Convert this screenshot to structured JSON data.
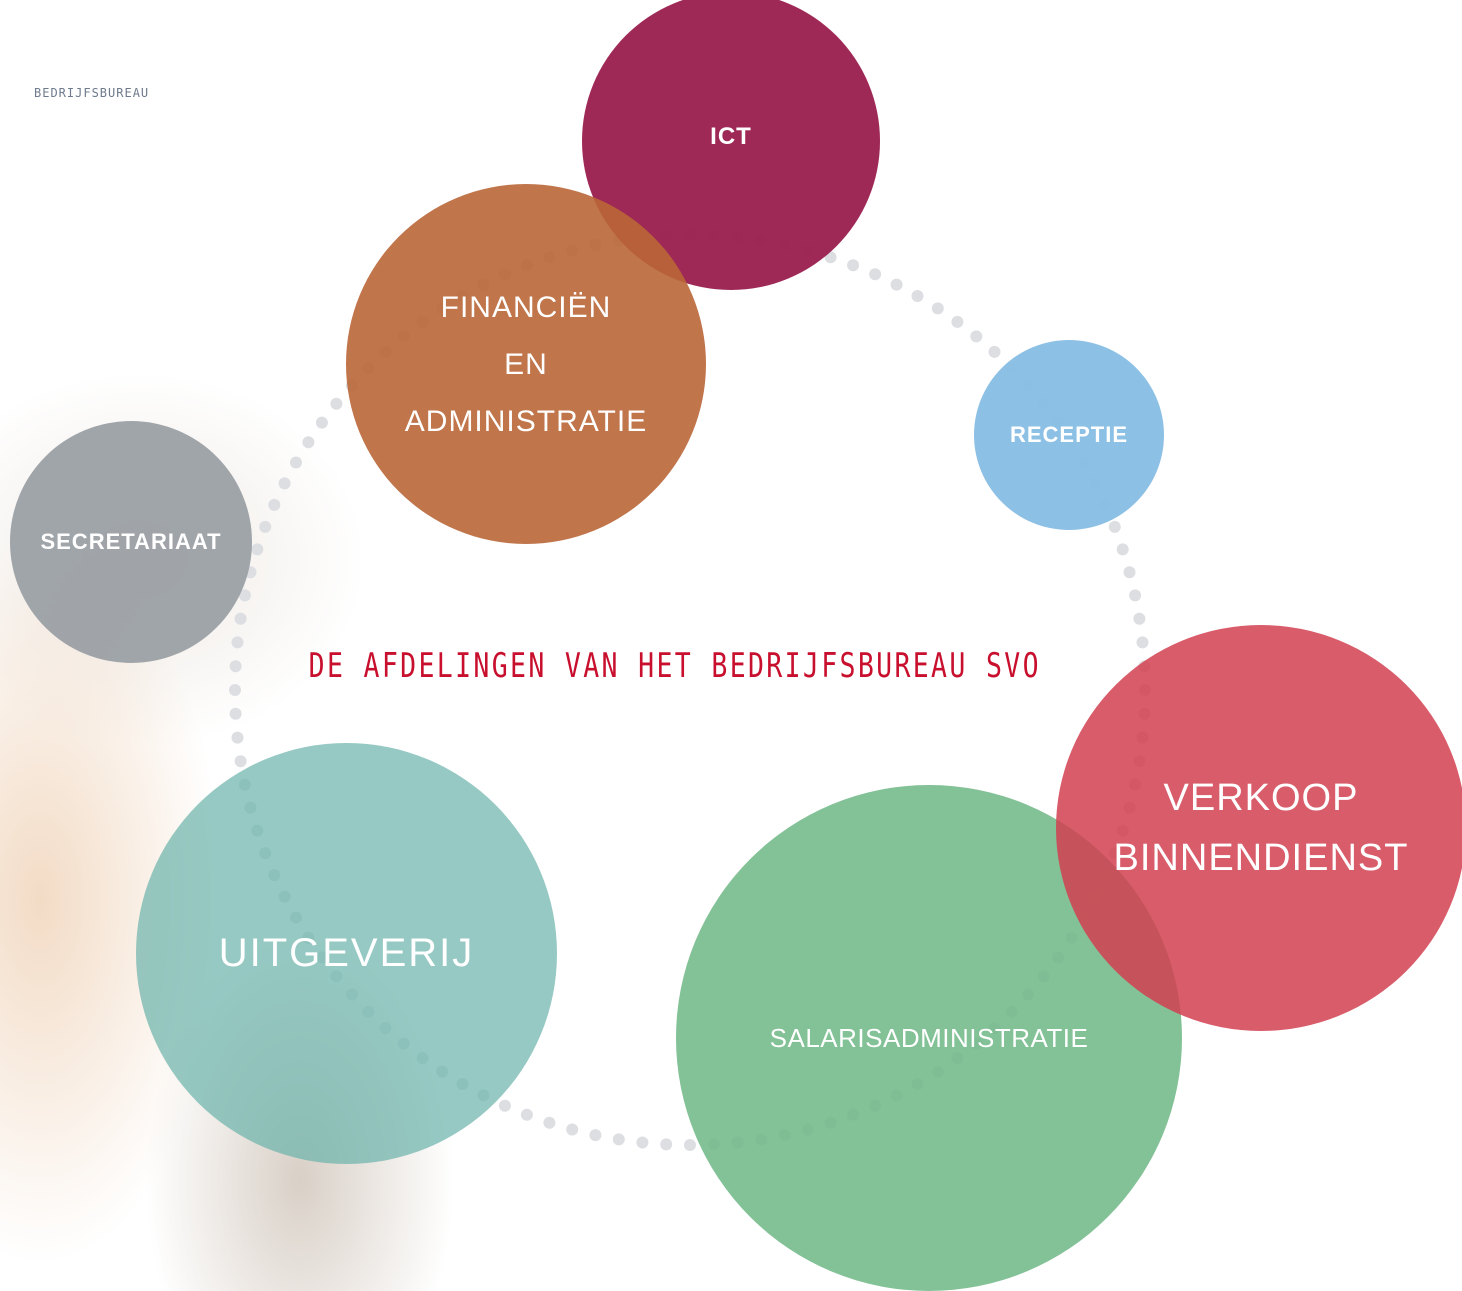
{
  "header": {
    "section_label": "BEDRIJFSBUREAU"
  },
  "diagram": {
    "title": "DE AFDELINGEN VAN HET BEDRIJFSBUREAU SVO",
    "departments": [
      {
        "id": "ict",
        "label": "ICT",
        "color": "#9A1E4D"
      },
      {
        "id": "financien",
        "label": "FINANCIËN\nEN\nADMINISTRATIE",
        "color": "#B96637"
      },
      {
        "id": "receptie",
        "label": "RECEPTIE",
        "color": "#89BEE4"
      },
      {
        "id": "secretariaat",
        "label": "SECRETARIAAT",
        "color": "#9BA0A5"
      },
      {
        "id": "uitgeverij",
        "label": "UITGEVERIJ",
        "color": "#6EB4AC"
      },
      {
        "id": "salarisadministratie",
        "label": "SALARISADMINISTRATIE",
        "color": "#70B888"
      },
      {
        "id": "verkoop",
        "label": "VERKOOP\nBINNENDIENST",
        "color": "#D24050"
      }
    ],
    "connector_style": "dotted-ring"
  },
  "colors": {
    "title_red": "#C8102E",
    "label_gray": "#6E7B8C",
    "dot_gray": "#DCDEE2"
  }
}
